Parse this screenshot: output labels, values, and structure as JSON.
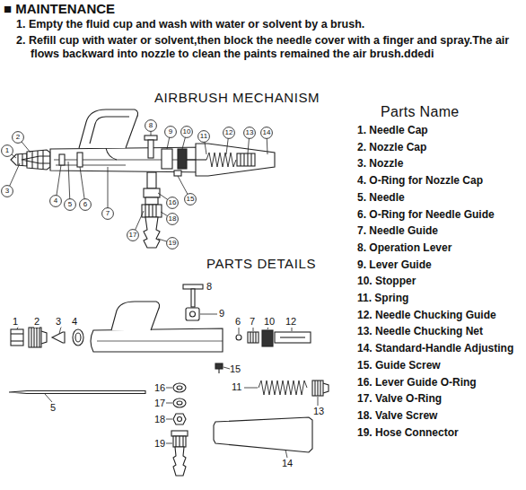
{
  "diagram": {
    "title": "■ MAINTENANCE",
    "nodes": [
      {
        "text": [
          "1"
        ]
      },
      {
        "text": [
          "2"
        ]
      },
      {
        "text": [
          "3"
        ]
      },
      {
        "text": [
          "4"
        ]
      },
      {
        "text": [
          "5"
        ]
      },
      {
        "text": [
          "6"
        ]
      },
      {
        "text": [
          "7"
        ]
      },
      {
        "text": [
          "8"
        ]
      },
      {
        "text": [
          "9"
        ]
      },
      {
        "text": [
          "10"
        ]
      },
      {
        "text": [
          "11"
        ]
      },
      {
        "text": [
          "12"
        ]
      },
      {
        "text": [
          "13"
        ]
      },
      {
        "text": [
          "14"
        ]
      },
      {
        "text": [
          "15"
        ]
      },
      {
        "text": [
          "16"
        ]
      },
      {
        "text": [
          "17"
        ]
      },
      {
        "text": [
          "18"
        ]
      },
      {
        "text": [
          "19"
        ]
      }
    ],
    "labels": [
      "1. Empty the fluid cup and wash with water or solvent by a brush.",
      "2. Refill cup with water or solvent,then block the needle cover with a finger and spray.The air flows backward into nozzle to clean the paints remained the air brush.ddedi",
      "AIRBRUSH MECHANISM",
      "PARTS DETAILS",
      "Parts Name",
      "1. Needle Cap",
      "2. Nozzle Cap",
      "3. Nozzle",
      "4. O-Ring for Nozzle Cap",
      "5. Needle",
      "6. O-Ring for Needle Guide",
      "7. Needle Guide",
      "8. Operation Lever",
      "9. Lever Guide",
      "10. Stopper",
      "11. Spring",
      "12. Needle Chucking Guide",
      "13. Needle Chucking Net",
      "14. Standard-Handle Adjusting",
      "15. Guide Screw",
      "16. Lever Guide O-Ring",
      "17. Valve O-Ring",
      "18. Valve Screw",
      "19. Hose Connector",
      "1",
      "2",
      "3",
      "4",
      "5",
      "6",
      "7",
      "8",
      "9",
      "10",
      "11",
      "12",
      "13",
      "14",
      "15",
      "16",
      "17",
      "18",
      "19"
    ]
  }
}
